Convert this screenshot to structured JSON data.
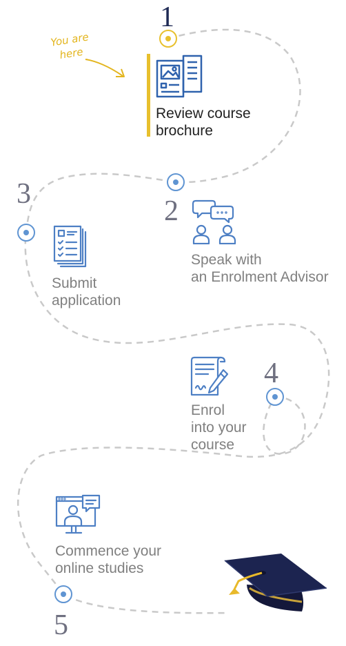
{
  "annotation": {
    "line1": "You are",
    "line2": "here"
  },
  "steps": [
    {
      "number": "1",
      "line1": "Review course",
      "line2": "brochure",
      "line3": "",
      "icon": "brochure-icon"
    },
    {
      "number": "2",
      "line1": "Speak with",
      "line2": "an Enrolment Advisor",
      "line3": "",
      "icon": "advisor-chat-icon"
    },
    {
      "number": "3",
      "line1": "Submit",
      "line2": "application",
      "line3": "",
      "icon": "application-form-icon"
    },
    {
      "number": "4",
      "line1": "Enrol",
      "line2": "into your",
      "line3": "course",
      "icon": "enrol-document-pen-icon"
    },
    {
      "number": "5",
      "line1": "Commence your",
      "line2": "online studies",
      "line3": "",
      "icon": "online-study-screen-icon"
    }
  ],
  "colors": {
    "accent": "#e8c02d",
    "icon_blue": "#4d7fc4",
    "path_dash": "#c9c9c9",
    "number_active": "#1f2a55",
    "number": "#6f7080",
    "text_active": "#222222",
    "text": "#808080"
  },
  "decoration": {
    "icon": "graduation-cap-icon"
  }
}
